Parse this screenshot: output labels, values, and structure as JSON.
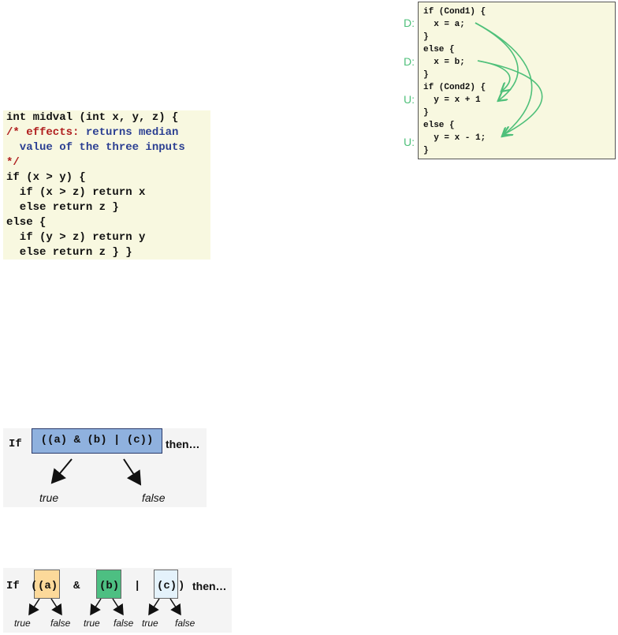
{
  "midval_code": {
    "line1": "int midval (int x, y, z) {",
    "line2": "/* effects: returns median",
    "line3": "  value of the three inputs",
    "line4": "*/",
    "line5": "if (x > y) {",
    "line6": "  if (x > z) return x",
    "line7": "  else return z }",
    "line8": "else {",
    "line9": "  if (y > z) return y",
    "line10": "  else return z } }"
  },
  "def_use": {
    "tags": [
      "D:",
      "D:",
      "U:",
      "U:"
    ],
    "lines": [
      "if (Cond1) {",
      "  x = a;",
      "}",
      "else {",
      "  x = b;",
      "}",
      "if (Cond2) {",
      "  y = x + 1",
      "}",
      "else {",
      "  y = x - 1;",
      "}"
    ],
    "arrow_color": "#4fc07a"
  },
  "decision": {
    "if_label": "If",
    "expression": "((a) & (b) | (c))",
    "then_label": "then…",
    "true_label": "true",
    "false_label": "false"
  },
  "condition": {
    "if_label": "If",
    "open": "(",
    "atom_a": "(a)",
    "and_op": "&",
    "atom_b": "(b)",
    "or_op": "|",
    "atom_c": "(c)",
    "close": ")",
    "then_label": "then…",
    "outcomes": [
      "true",
      "false",
      "true",
      "false",
      "true",
      "false"
    ],
    "colors": {
      "a": "#fcd99a",
      "b": "#4dbf82",
      "c": "#e4f2fb"
    }
  }
}
